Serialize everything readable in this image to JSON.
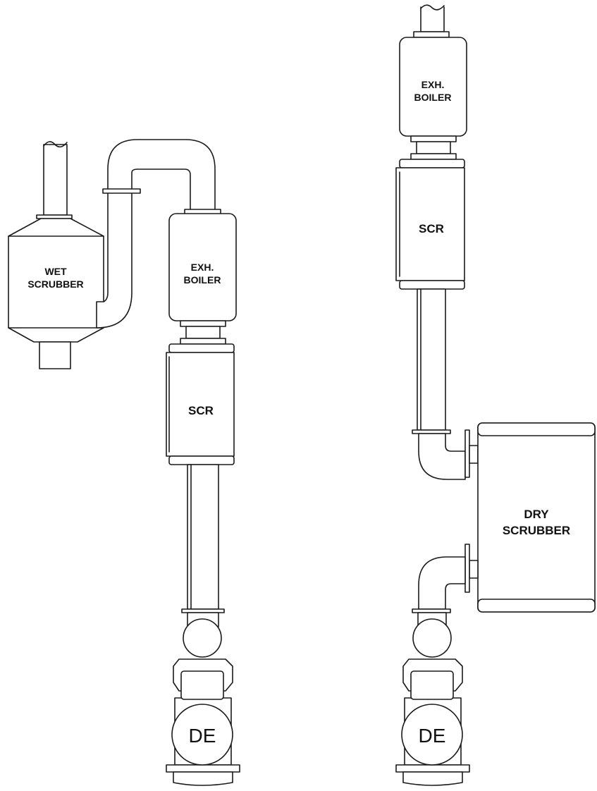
{
  "left_system": {
    "wet_scrubber": [
      "WET",
      "SCRUBBER"
    ],
    "exh_boiler": [
      "EXH.",
      "BOILER"
    ],
    "scr": "SCR",
    "engine": "DE"
  },
  "right_system": {
    "exh_boiler": [
      "EXH.",
      "BOILER"
    ],
    "scr": "SCR",
    "dry_scrubber": [
      "DRY",
      "SCRUBBER"
    ],
    "engine": "DE"
  }
}
